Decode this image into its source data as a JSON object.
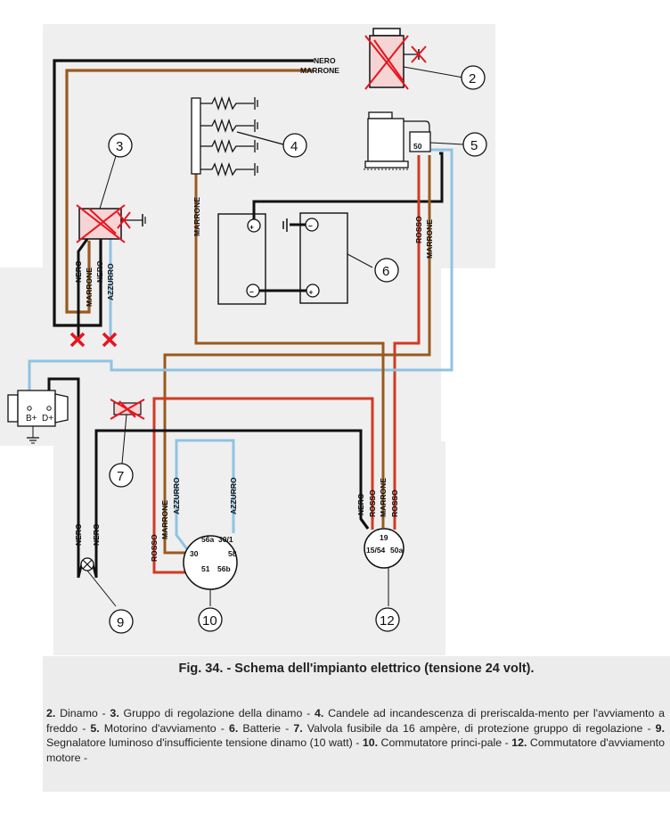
{
  "figure": {
    "title": "Fig. 34. - Schema dell'impianto elettrico (tensione 24 volt).",
    "legend": [
      {
        "num": "2.",
        "text": " Dinamo - "
      },
      {
        "num": "3.",
        "text": " Gruppo di regolazione della dinamo - "
      },
      {
        "num": "4.",
        "text": " Candele ad incandescenza di preriscalda-mento per l'avviamento a freddo - "
      },
      {
        "num": "5.",
        "text": " Motorino d'avviamento - "
      },
      {
        "num": "6.",
        "text": " Batterie - "
      },
      {
        "num": "7.",
        "text": " Valvola fusibile da 16 ampère, di protezione gruppo di regolazione - "
      },
      {
        "num": "9.",
        "text": " Segnalatore luminoso d'insufficiente tensione dinamo (10 watt) - "
      },
      {
        "num": "10.",
        "text": " Commutatore princi-pale - "
      },
      {
        "num": "12.",
        "text": " Commutatore d'avviamento motore -"
      }
    ]
  },
  "wire_colors": {
    "nero": "#111111",
    "marrone": "#9a5a1e",
    "rosso": "#d23a22",
    "azzurro": "#8fc3e2",
    "strike": "#e8141e"
  },
  "wire_labels": {
    "nero": "NERO",
    "marrone": "MARRONE",
    "rosso": "ROSSO",
    "azzurro": "AZZURRO"
  },
  "components": {
    "c2": "2",
    "c3": "3",
    "c4": "4",
    "c5": "5",
    "c6": "6",
    "c7": "7",
    "c9": "9",
    "c10": "10",
    "c12": "12"
  },
  "terminals": {
    "starter": "50",
    "dynamo_b": "B+",
    "dynamo_d": "D+",
    "battery_plus": "+",
    "battery_minus": "−",
    "switch10": [
      "56a",
      "30/1",
      "30",
      "58",
      "51",
      "56b"
    ],
    "switch12": [
      "19",
      "15/54",
      "50a"
    ]
  }
}
